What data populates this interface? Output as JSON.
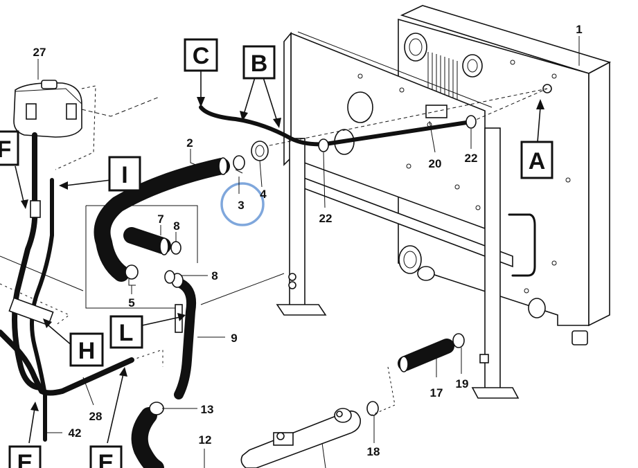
{
  "callouts": {
    "c1": "1",
    "c2": "2",
    "c3": "3",
    "c4": "4",
    "c5": "5",
    "c7": "7",
    "c8a": "8",
    "c8b": "8",
    "c9": "9",
    "c12": "12",
    "c13": "13",
    "c17": "17",
    "c18": "18",
    "c19": "19",
    "c20": "20",
    "c22a": "22",
    "c22b": "22",
    "c27": "27",
    "c28": "28",
    "c42": "42"
  },
  "letters": {
    "A": "A",
    "B": "B",
    "C": "C",
    "E1": "E",
    "E2": "E",
    "F": "F",
    "H": "H",
    "I": "I",
    "L": "L"
  },
  "highlight": {
    "color": "#7fa7dc",
    "target": "3"
  }
}
